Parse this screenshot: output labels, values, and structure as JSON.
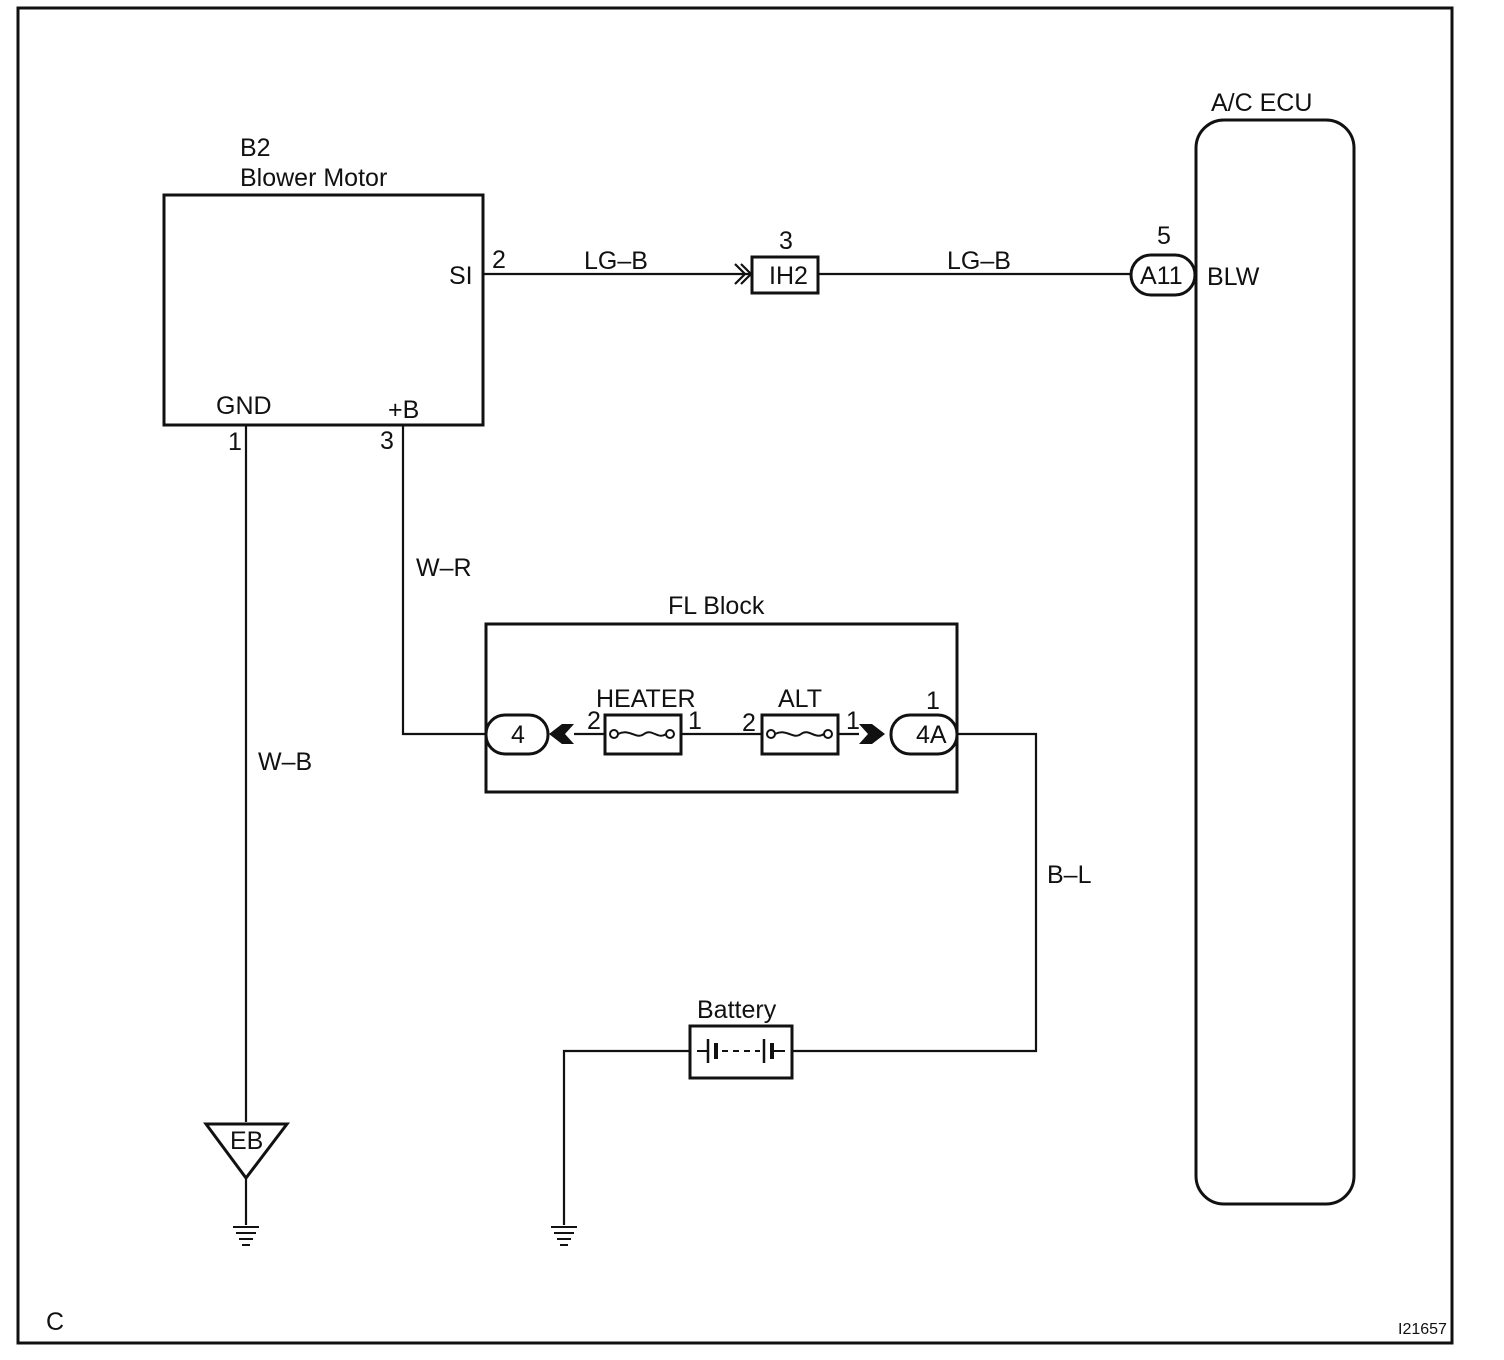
{
  "diagram": {
    "corner_label": "C",
    "figure_id": "I21657",
    "blower_motor": {
      "code": "B2",
      "name": "Blower Motor",
      "terminals": {
        "si": {
          "label": "SI",
          "pin": "2"
        },
        "gnd": {
          "label": "GND",
          "pin": "1"
        },
        "plus_b": {
          "label": "+B",
          "pin": "3"
        }
      }
    },
    "ac_ecu": {
      "name": "A/C ECU",
      "connector": "A11",
      "pin": "5",
      "terminal": "BLW"
    },
    "junction": {
      "code": "IH2",
      "pin": "3"
    },
    "wires": {
      "si_to_junction": "LG–B",
      "junction_to_ecu": "LG–B",
      "plus_b": "W–R",
      "ground": "W–B",
      "battery": "B–L"
    },
    "fl_block": {
      "name": "FL Block",
      "connector_left": "4",
      "connector_right": "4A",
      "connector_right_pin": "1",
      "heater_fuse": {
        "label": "HEATER",
        "pin_left": "2",
        "pin_right": "1"
      },
      "alt_fuse": {
        "label": "ALT",
        "pin_left": "2",
        "pin_right": "1"
      }
    },
    "battery": {
      "label": "Battery"
    },
    "ground_point": {
      "code": "EB"
    }
  }
}
